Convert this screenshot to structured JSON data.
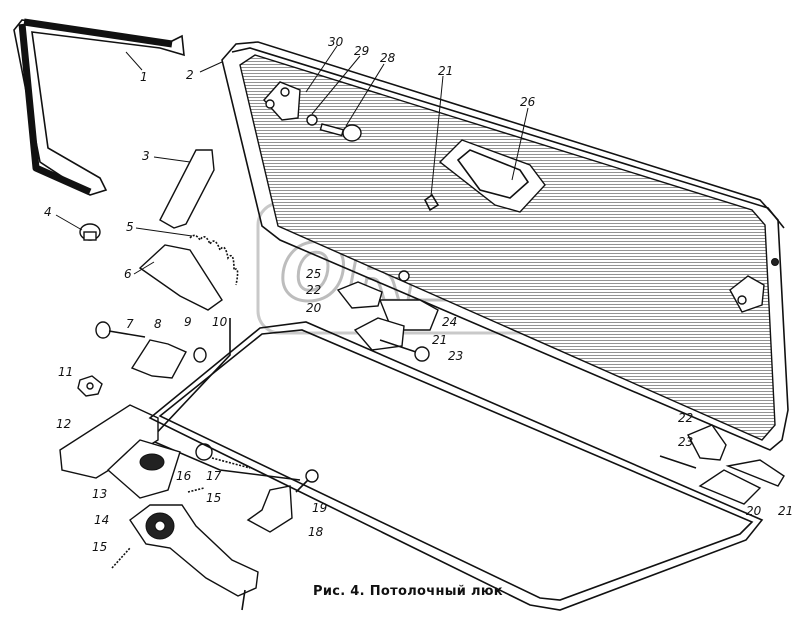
{
  "figure": {
    "caption": "Рис. 4. Потолочный люк",
    "watermark": "OREX",
    "callouts": [
      {
        "id": "c1",
        "text": "1"
      },
      {
        "id": "c2",
        "text": "2"
      },
      {
        "id": "c3",
        "text": "3"
      },
      {
        "id": "c4",
        "text": "4"
      },
      {
        "id": "c5",
        "text": "5"
      },
      {
        "id": "c6",
        "text": "6"
      },
      {
        "id": "c7",
        "text": "7"
      },
      {
        "id": "c8",
        "text": "8"
      },
      {
        "id": "c9",
        "text": "9"
      },
      {
        "id": "c10",
        "text": "10"
      },
      {
        "id": "c11",
        "text": "11"
      },
      {
        "id": "c12",
        "text": "12"
      },
      {
        "id": "c13",
        "text": "13"
      },
      {
        "id": "c14",
        "text": "14"
      },
      {
        "id": "c15a",
        "text": "15"
      },
      {
        "id": "c15b",
        "text": "15"
      },
      {
        "id": "c16",
        "text": "16"
      },
      {
        "id": "c17",
        "text": "17"
      },
      {
        "id": "c18",
        "text": "18"
      },
      {
        "id": "c19",
        "text": "19"
      },
      {
        "id": "c20a",
        "text": "20"
      },
      {
        "id": "c20b",
        "text": "20"
      },
      {
        "id": "c21a",
        "text": "21"
      },
      {
        "id": "c21b",
        "text": "21"
      },
      {
        "id": "c21c",
        "text": "21"
      },
      {
        "id": "c22a",
        "text": "22"
      },
      {
        "id": "c22b",
        "text": "22"
      },
      {
        "id": "c23a",
        "text": "23"
      },
      {
        "id": "c23b",
        "text": "23"
      },
      {
        "id": "c24",
        "text": "24"
      },
      {
        "id": "c25",
        "text": "25"
      },
      {
        "id": "c26",
        "text": "26"
      },
      {
        "id": "c28",
        "text": "28"
      },
      {
        "id": "c29",
        "text": "29"
      },
      {
        "id": "c30",
        "text": "30"
      }
    ]
  }
}
